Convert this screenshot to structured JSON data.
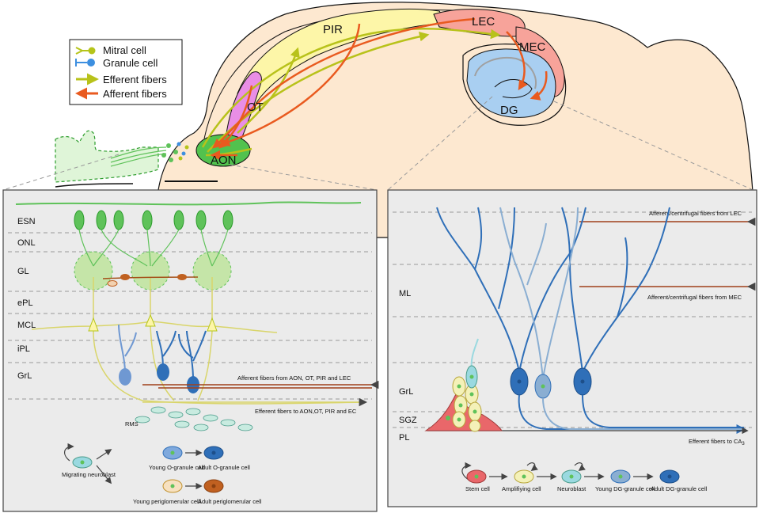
{
  "legend": {
    "mitral": "Mitral cell",
    "granule": "Granule cell",
    "efferent": "Efferent fibers",
    "afferent": "Afferent fibers"
  },
  "brain": {
    "aon": "AON",
    "ot": "OT",
    "pir": "PIR",
    "lec": "LEC",
    "mec": "MEC",
    "dg": "DG"
  },
  "ob_panel": {
    "layers": [
      "ESN",
      "ONL",
      "GL",
      "ePL",
      "MCL",
      "iPL",
      "GrL"
    ],
    "afferent_label": "Afferent fibers from AON, OT, PIR and LEC",
    "efferent_label": "Efferent fibers to AON,OT, PIR and EC",
    "rms": "RMS",
    "lineage": {
      "migrating": "Migrating neuroblast",
      "young_o": "Young O-granule cell",
      "adult_o": "Adult O-granule cell",
      "young_pg": "Young periglomerular celll",
      "adult_pg": "Adult periglomerular cell"
    }
  },
  "dg_panel": {
    "layers": [
      "ML",
      "GrL",
      "SGZ",
      "PL"
    ],
    "lec_label": "Afferent/centrifugal fibers from LEC",
    "mec_label": "Afferent/centrifugal fibers from MEC",
    "efferent_label": "Efferent fibers to CA",
    "efferent_sub": "3",
    "lineage": [
      "Stem cell",
      "Amplifiying cell",
      "Neuroblast",
      "Young DG-granule cell",
      "Adult DG-granule cell"
    ]
  },
  "colors": {
    "mitral": "#b5c41a",
    "granule": "#3d8fe0",
    "afferent": "#e95a1f",
    "efferent": "#b8c21a",
    "brain": "#fde8d0",
    "ob_cells": "#5fc25a"
  }
}
